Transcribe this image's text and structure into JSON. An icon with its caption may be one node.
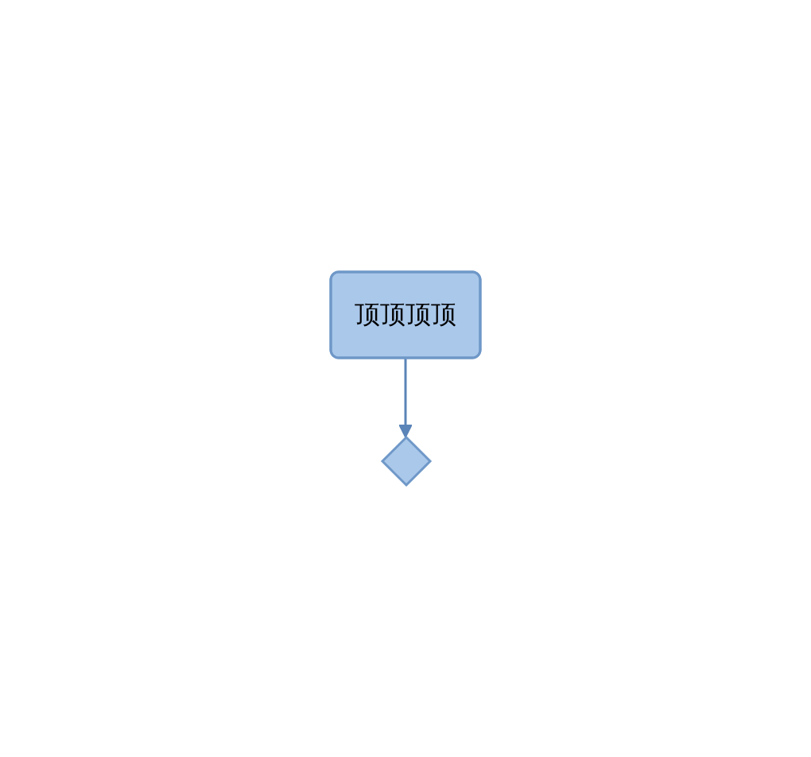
{
  "diagram": {
    "nodes": [
      {
        "text": [
          "顶顶顶顶"
        ]
      },
      {
        "text": [],
        "shape": "diamond"
      }
    ],
    "edges": [
      {
        "from": 0,
        "to": 1,
        "arrow": "to"
      }
    ]
  }
}
